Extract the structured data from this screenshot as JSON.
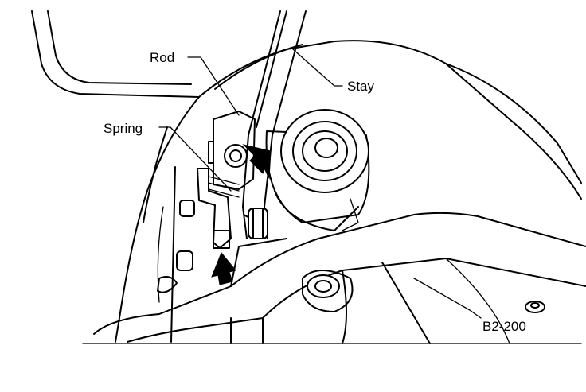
{
  "labels": {
    "rod": "Rod",
    "spring": "Spring",
    "stay": "Stay",
    "code": "B2-200"
  },
  "colors": {
    "ink": "#000000",
    "paper": "#ffffff"
  }
}
